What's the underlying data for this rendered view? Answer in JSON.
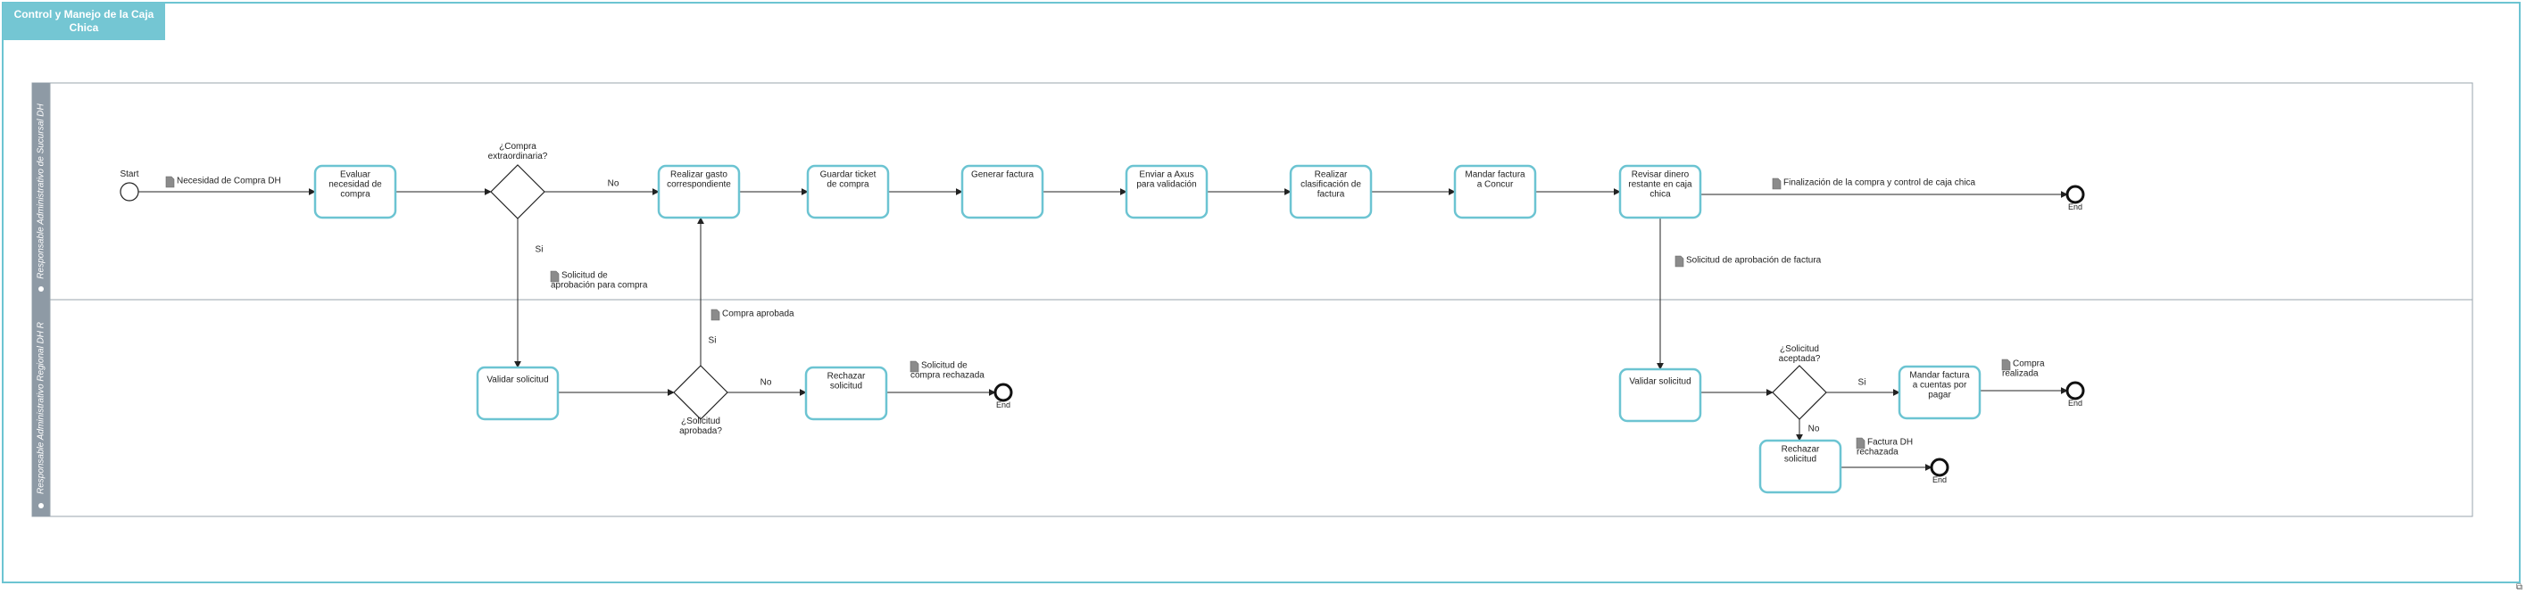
{
  "title": "Control y Manejo de la Caja Chica",
  "colors": {
    "accent": "#6cc4d2",
    "title_bg": "#74c6d3",
    "lane_header": "#8e9aa5",
    "stroke": "#222222"
  },
  "lanes": [
    {
      "id": "lane1",
      "label": "Responsable Administrativo de Sucursal DH"
    },
    {
      "id": "lane2",
      "label": "Responsable Administrativo Regional DH R"
    }
  ],
  "nodes": {
    "start": {
      "label": "Start"
    },
    "t_evaluar": {
      "lines": [
        "Evaluar",
        "necesidad de",
        "compra"
      ]
    },
    "g_extra": {
      "label_lines": [
        "¿Compra",
        "extraordinaria?"
      ]
    },
    "t_realizar": {
      "lines": [
        "Realizar gasto",
        "correspondiente"
      ]
    },
    "t_guardar": {
      "lines": [
        "Guardar ticket",
        "de compra"
      ]
    },
    "t_generar": {
      "lines": [
        "Generar factura"
      ]
    },
    "t_enviar": {
      "lines": [
        "Enviar a Axus",
        "para validación"
      ]
    },
    "t_clasif": {
      "lines": [
        "Realizar",
        "clasificación de",
        "factura"
      ]
    },
    "t_concur": {
      "lines": [
        "Mandar factura",
        "a Concur"
      ]
    },
    "t_revisar": {
      "lines": [
        "Revisar dinero",
        "restante en caja",
        "chica"
      ]
    },
    "end1": {
      "label": "End"
    },
    "t_validar1": {
      "lines": [
        "Validar solicitud"
      ]
    },
    "g_aprob": {
      "label_lines": [
        "¿Solicitud",
        "aprobada?"
      ]
    },
    "t_rechazar1": {
      "lines": [
        "Rechazar",
        "solicitud"
      ]
    },
    "end2": {
      "label": "End"
    },
    "t_validar2": {
      "lines": [
        "Validar solicitud"
      ]
    },
    "g_acept": {
      "label_lines": [
        "¿Solicitud",
        "aceptada?"
      ]
    },
    "t_pagar": {
      "lines": [
        "Mandar factura",
        "a cuentas por",
        "pagar"
      ]
    },
    "end3": {
      "label": "End"
    },
    "t_rechazar2": {
      "lines": [
        "Rechazar",
        "solicitud"
      ]
    },
    "end4": {
      "label": "End"
    }
  },
  "edge_labels": {
    "no_extra": "No",
    "si_extra": "Si",
    "si_aprob": "Si",
    "no_aprob": "No",
    "si_acept": "Si",
    "no_acept": "No"
  },
  "data_objects": {
    "d_necesidad": {
      "lines": [
        "Necesidad de Compra DH"
      ]
    },
    "d_solic_aprob": {
      "lines": [
        "Solicitud de",
        "aprobación para compra"
      ]
    },
    "d_compra_aprob": {
      "lines": [
        "Compra aprobada"
      ]
    },
    "d_solic_rech": {
      "lines": [
        "Solicitud de",
        "compra rechazada"
      ]
    },
    "d_final": {
      "lines": [
        "Finalización de la compra y control de caja chica"
      ]
    },
    "d_solic_factura": {
      "lines": [
        "Solicitud de aprobación de factura"
      ]
    },
    "d_compra_real": {
      "lines": [
        "Compra",
        "realizada"
      ]
    },
    "d_factura_rech": {
      "lines": [
        "Factura DH",
        "rechazada"
      ]
    }
  }
}
